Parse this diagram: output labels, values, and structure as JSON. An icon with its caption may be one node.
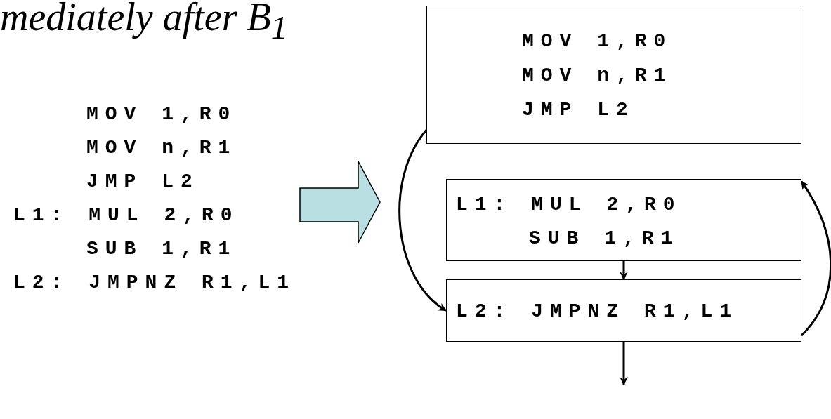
{
  "diagram": {
    "title": "mediately after B$_{1}$",
    "nodes": [
      {
        "text": [
          "MOV 1,R0",
          "MOV n,R1",
          "JMP L2",
          "L1: MUL 2,R0",
          "SUB 1,R1",
          "L2: JMPNZ R1,L1"
        ]
      },
      {
        "text": [
          "MOV 1,R0",
          "MOV n,R1",
          "JMP L2"
        ]
      },
      {
        "text": [
          "L1: MUL 2,R0",
          "SUB 1,R1"
        ]
      },
      {
        "text": [
          "L2: JMPNZ R1,L1"
        ]
      }
    ],
    "edges": [
      {
        "from": 1,
        "to": 3,
        "arrow": "to"
      },
      {
        "from": 2,
        "to": 3,
        "arrow": "to"
      },
      {
        "from": 3,
        "to": 2,
        "arrow": "to"
      },
      {
        "from": 3,
        "to": null,
        "arrow": "to"
      },
      {
        "from": 0,
        "to": null,
        "arrow": "to"
      }
    ]
  }
}
